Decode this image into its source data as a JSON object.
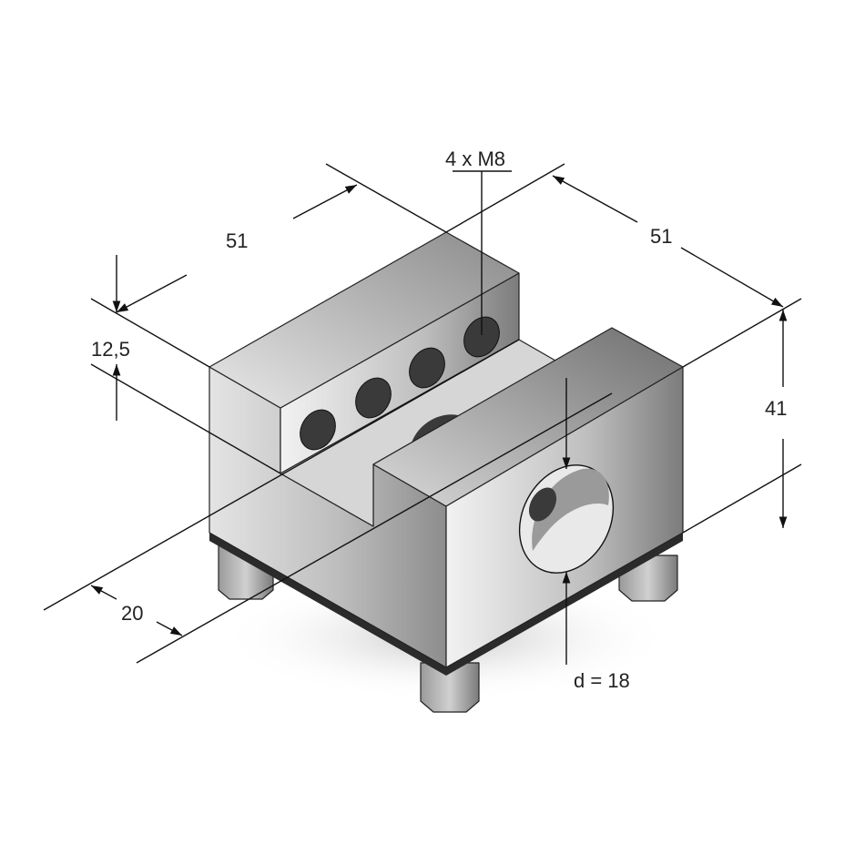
{
  "drawing": {
    "subject": "clamping block with threaded holes",
    "dimensions": {
      "depth_label": "51",
      "width_label": "51",
      "height_label": "41",
      "slot_depth_label": "12,5",
      "slot_offset_label": "20",
      "thread_label": "4 x M8",
      "bore_label": "d = 18"
    },
    "colors": {
      "background": "#ffffff",
      "line": "#111111",
      "hole": "#3a3a3a",
      "shadow": "#cfcfcf"
    }
  }
}
